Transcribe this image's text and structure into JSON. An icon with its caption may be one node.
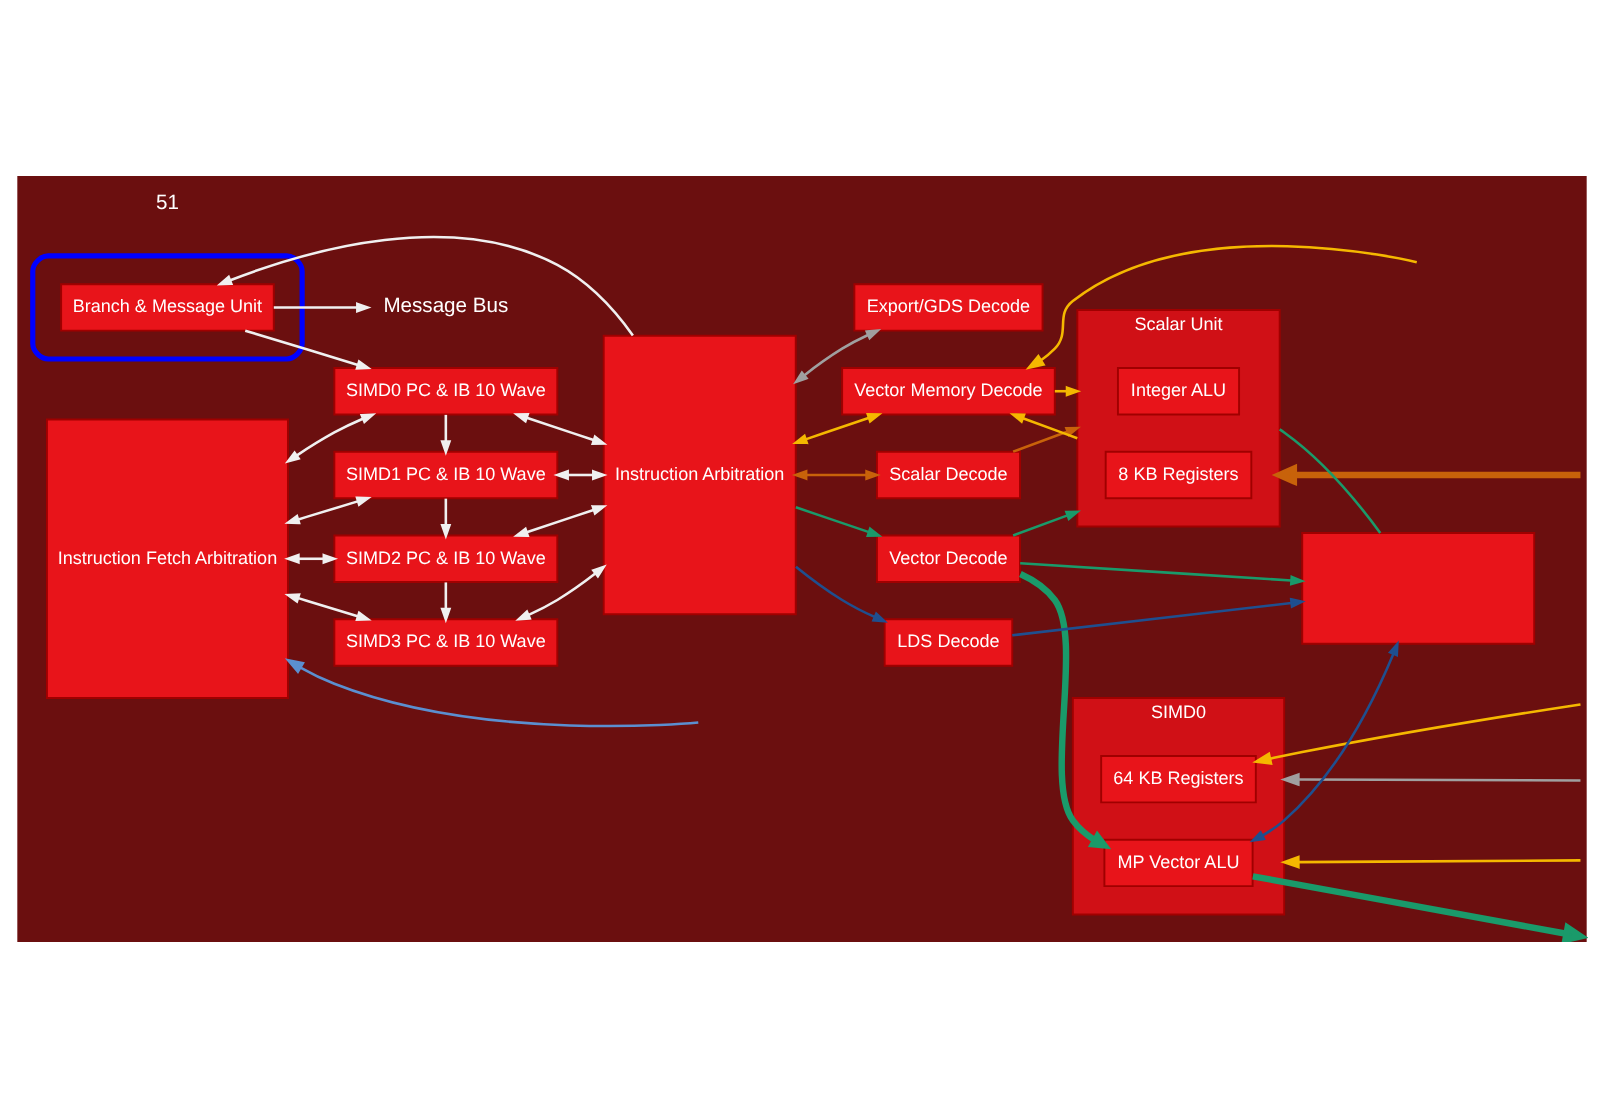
{
  "diagram": {
    "nodes": [
      {
        "text": [
          "Instruction Fetch Arbitration"
        ]
      },
      {
        "text": [
          "SIMD0 PC & IB 10 Wave"
        ]
      },
      {
        "text": [
          "SIMD1 PC & IB 10 Wave"
        ]
      },
      {
        "text": [
          "SIMD2 PC & IB 10 Wave"
        ]
      },
      {
        "text": [
          "SIMD3 PC & IB 10 Wave"
        ]
      },
      {
        "text": [
          "Instruction Arbitration"
        ]
      },
      {
        "text": [],
        "shape": "box"
      },
      {
        "text": [
          "Branch & Message Unit"
        ],
        "in": 6
      },
      {
        "text": [
          "Message Bus"
        ]
      },
      {
        "text": [
          "Export/GDS Decode"
        ]
      },
      {
        "text": [
          "Vector Memory Decode"
        ]
      },
      {
        "text": [
          "Scalar Decode"
        ]
      },
      {
        "text": [
          "Vector Decode"
        ]
      },
      {
        "text": [
          "LDS Decode"
        ]
      },
      {
        "text": [
          "Scalar Unit"
        ]
      },
      {
        "text": [
          "8 KB Registers"
        ],
        "in": 14
      },
      {
        "text": [
          "Integer ALU"
        ],
        "in": 14
      },
      {
        "text": [
          "SIMD0"
        ]
      },
      {
        "text": [
          "64 KB Registers"
        ],
        "in": 17
      },
      {
        "text": [
          "MP Vector ALU"
        ],
        "in": 17
      },
      {
        "text": [],
        "shape": "box"
      }
    ],
    "edges": [
      {
        "from": 0,
        "to": 1,
        "arrow": "both"
      },
      {
        "from": 0,
        "to": 2,
        "arrow": "both"
      },
      {
        "from": 0,
        "to": 3,
        "arrow": "both"
      },
      {
        "from": 0,
        "to": 4,
        "arrow": "both"
      },
      {
        "from": 1,
        "to": 2,
        "arrow": "to"
      },
      {
        "from": 2,
        "to": 3,
        "arrow": "to"
      },
      {
        "from": 3,
        "to": 4,
        "arrow": "to"
      },
      {
        "from": 1,
        "to": 5,
        "arrow": "both"
      },
      {
        "from": 2,
        "to": 5,
        "arrow": "both"
      },
      {
        "from": 3,
        "to": 5,
        "arrow": "both"
      },
      {
        "from": 4,
        "to": 5,
        "arrow": "both"
      },
      {
        "from": 5,
        "to": 7,
        "arrow": "to"
      },
      {
        "from": 7,
        "to": 8,
        "arrow": "to"
      },
      {
        "from": 7,
        "to": 1,
        "arrow": "to"
      },
      {
        "from": 5,
        "to": 9,
        "arrow": "both",
        "color": "#a0a0a0"
      },
      {
        "from": 5,
        "to": 10,
        "arrow": "both",
        "color": "#f5b800"
      },
      {
        "from": 5,
        "to": 11,
        "arrow": "both",
        "color": "#c8620a"
      },
      {
        "from": 5,
        "to": 12,
        "arrow": "to",
        "color": "#1a9a6a"
      },
      {
        "from": 5,
        "to": 13,
        "arrow": "to",
        "color": "#1f4f8f"
      },
      {
        "from": 10,
        "to": 14,
        "arrow": "to",
        "color": "#f5b800"
      },
      {
        "from": 14,
        "to": 10,
        "arrow": "to",
        "color": "#f5b800"
      },
      {
        "from": null,
        "to": 10,
        "arrow": "to",
        "color": "#f5b800"
      },
      {
        "from": null,
        "to": 17,
        "arrow": "to",
        "color": "#f5b800"
      },
      {
        "from": null,
        "to": 18,
        "arrow": "to",
        "color": "#f5b800"
      },
      {
        "from": null,
        "to": 17,
        "arrow": "to",
        "color": "#a0a0a0"
      },
      {
        "from": 11,
        "to": 14,
        "arrow": "to",
        "color": "#c8620a"
      },
      {
        "from": 12,
        "to": 14,
        "arrow": "to",
        "color": "#1a9a6a"
      },
      {
        "from": 12,
        "to": 19,
        "arrow": "to",
        "style": "thick",
        "color": "#1a9a6a"
      },
      {
        "from": 12,
        "to": 20,
        "arrow": "to",
        "color": "#1a9a6a"
      },
      {
        "from": 14,
        "to": 20,
        "arrow": "none",
        "color": "#1a9a6a"
      },
      {
        "from": 13,
        "to": 20,
        "arrow": "to",
        "color": "#1f4f8f"
      },
      {
        "from": 19,
        "to": 20,
        "arrow": "both",
        "color": "#1f4f8f"
      },
      {
        "from": 19,
        "to": null,
        "arrow": "to",
        "style": "thick",
        "color": "#1a9a6a"
      },
      {
        "from": null,
        "to": 14,
        "arrow": "to",
        "style": "thick",
        "color": "#c8620a"
      },
      {
        "from": null,
        "to": 0,
        "arrow": "to",
        "color": "#5b8fd0"
      }
    ],
    "labels": [
      "51"
    ]
  }
}
